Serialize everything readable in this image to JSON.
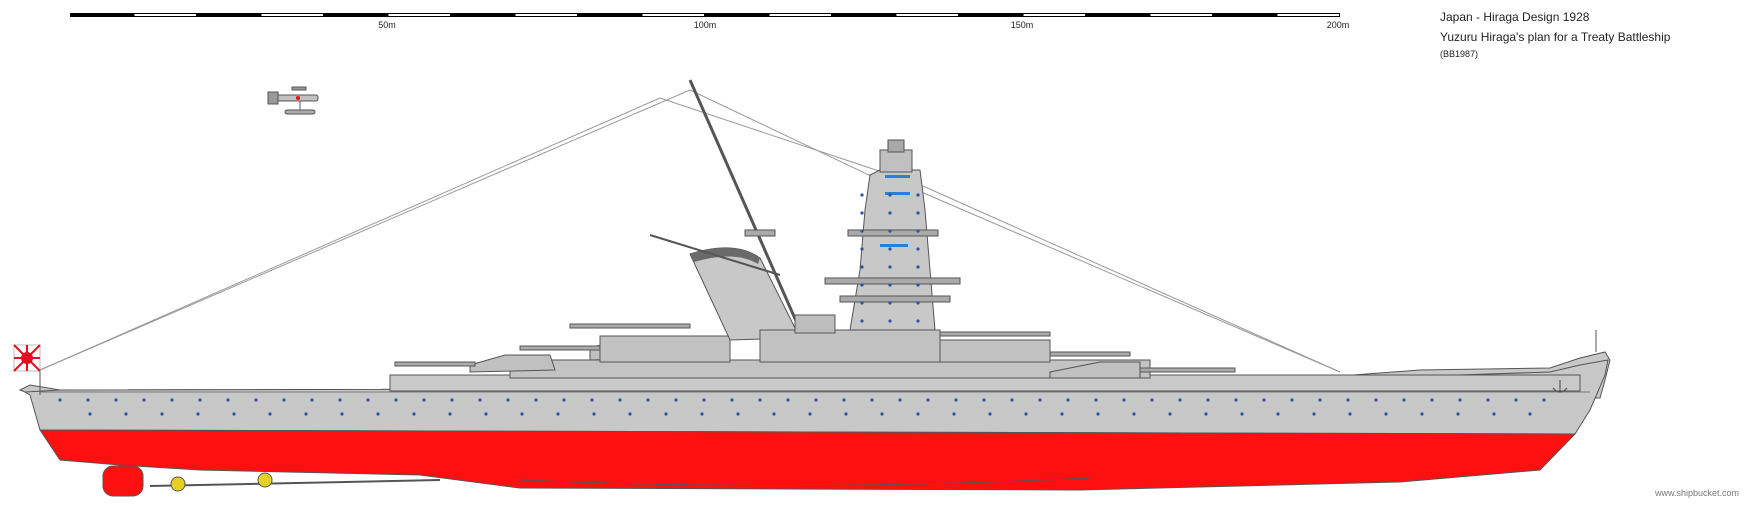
{
  "scale": {
    "ticks": [
      {
        "label": "50m",
        "meters": 50
      },
      {
        "label": "100m",
        "meters": 100
      },
      {
        "label": "150m",
        "meters": 150
      },
      {
        "label": "200m",
        "meters": 200
      }
    ]
  },
  "title": {
    "line1": "Japan - Hiraga Design 1928",
    "line2": "Yuzuru Hiraga's plan for a Treaty Battleship",
    "line3": "(BB1987)"
  },
  "credit": "www.shipbucket.com",
  "colors": {
    "hull_upper": "#c8c8c8",
    "hull_lower": "#ff1010",
    "superstructure": "#bdbdbd",
    "deck": "#d6d6d6",
    "porthole": "#3050a8",
    "window": "#2a7fd8",
    "line": "#555555",
    "flag_sun": "#e01020",
    "propeller": "#e8d020"
  }
}
